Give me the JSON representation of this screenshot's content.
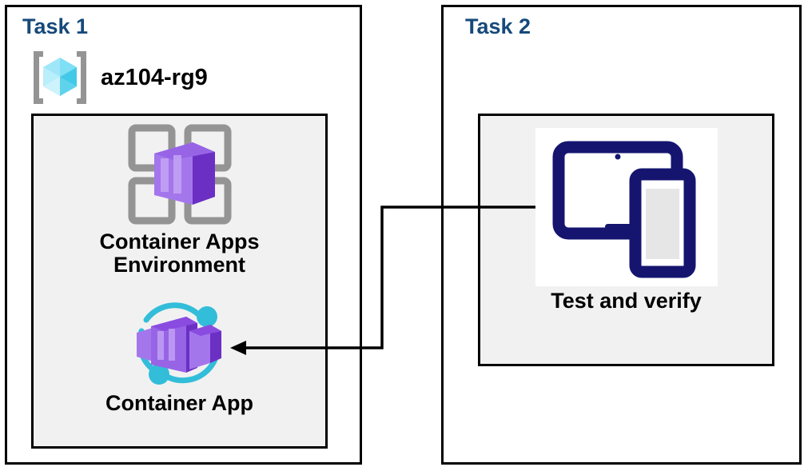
{
  "diagram": {
    "background_color": "#ffffff",
    "title_color": "#16497a",
    "panel_border_color": "#000000",
    "inner_box_fill": "#f1f1f1",
    "connector_color": "#000000"
  },
  "task1": {
    "title": "Task 1",
    "resource_group": {
      "label": "az104-rg9",
      "icon": "resource-group-icon",
      "icon_colors": {
        "cube_light": "#9fe7f8",
        "cube_mid": "#50d5f2",
        "cube_dark": "#32bdd9",
        "bracket": "#949494"
      }
    },
    "nodes": [
      {
        "id": "container-apps-environment",
        "caption": "Container Apps\nEnvironment",
        "icon": "container-apps-environment-icon",
        "icon_colors": {
          "frame": "#949494",
          "box_front": "#a476ec",
          "box_top": "#8a4ce0",
          "box_side": "#6b2fc4"
        }
      },
      {
        "id": "container-app",
        "caption": "Container App",
        "icon": "container-app-icon",
        "icon_colors": {
          "arc": "#32bdd9",
          "dot": "#32bdd9",
          "box_front": "#a476ec",
          "box_side": "#6b2fc4",
          "box_mid": "#8a4ce0"
        }
      }
    ]
  },
  "task2": {
    "title": "Task 2",
    "nodes": [
      {
        "id": "test-and-verify",
        "caption": "Test and verify",
        "icon": "devices-icon",
        "icon_colors": {
          "stroke": "#151570",
          "phone_screen": "#e6e6e6",
          "tile": "#ffffff"
        }
      }
    ]
  },
  "connector": {
    "id": "verify-to-container-app-arrow",
    "from": "test-and-verify",
    "to": "container-app",
    "arrow_direction": "left",
    "color": "#000000"
  }
}
